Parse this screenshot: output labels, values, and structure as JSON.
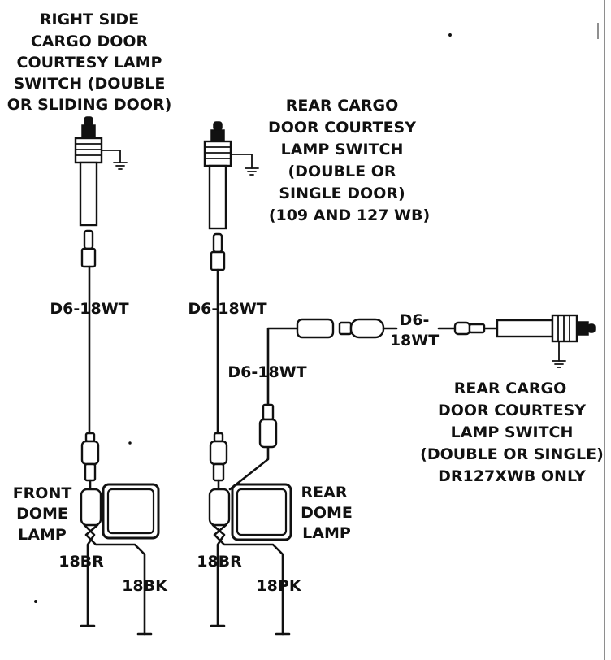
{
  "labels": {
    "right_switch": [
      "RIGHT SIDE",
      "CARGO DOOR",
      "COURTESY LAMP",
      "SWITCH (DOUBLE",
      "OR SLIDING DOOR)"
    ],
    "rear_switch": [
      "REAR CARGO",
      "DOOR COURTESY",
      "LAMP SWITCH",
      "(DOUBLE OR",
      "SINGLE DOOR)",
      "(109 AND 127 WB)"
    ],
    "rear_switch_127": [
      "REAR CARGO",
      "DOOR COURTESY",
      "LAMP SWITCH",
      "(DOUBLE OR SINGLE)",
      "DR127XWB ONLY"
    ],
    "front_lamp": [
      "FRONT",
      "DOME",
      "LAMP"
    ],
    "rear_lamp": [
      "REAR",
      "DOME",
      "LAMP"
    ]
  },
  "wires": {
    "left_d6": "D6-18WT",
    "center_d6": "D6-18WT",
    "branch_d6": "D6-18WT",
    "right_d6": [
      "D6-",
      "18WT"
    ],
    "front_br": "18BR",
    "front_bk": "18BK",
    "rear_br": "18BR",
    "rear_pk": "18PK"
  }
}
